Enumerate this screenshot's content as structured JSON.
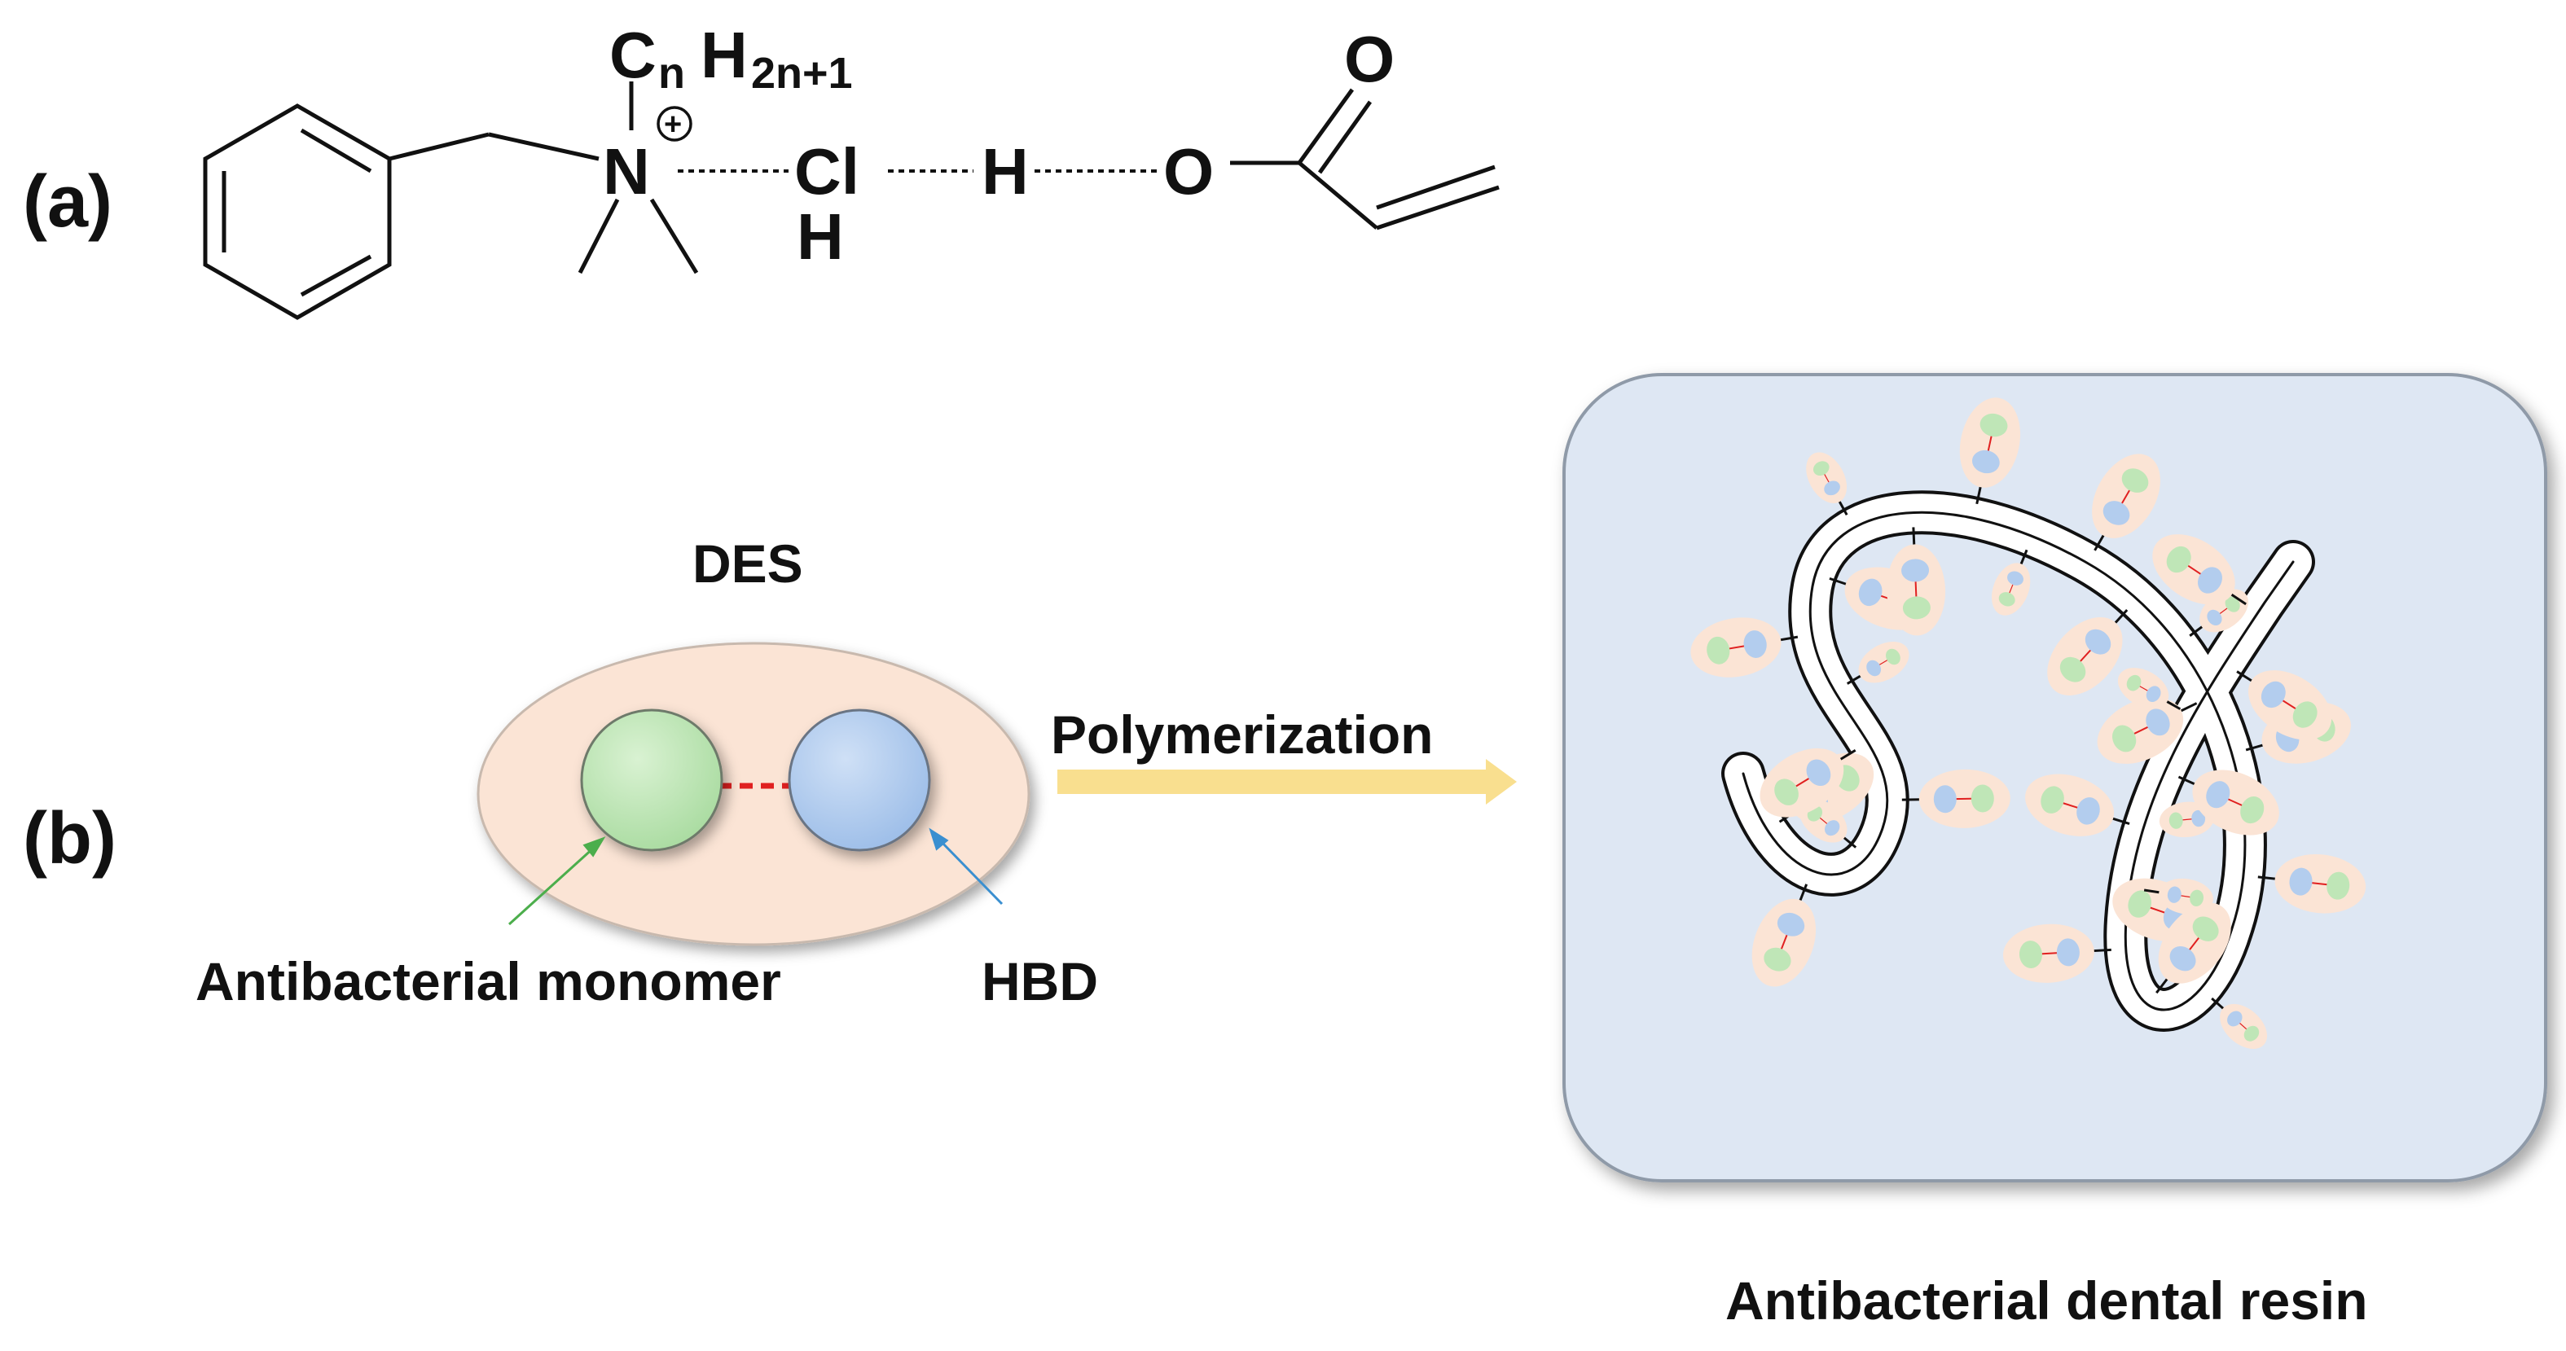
{
  "panel_a": {
    "label": "(a)",
    "atoms": {
      "c": "C",
      "n_sub": "n",
      "h": "H",
      "h_sub": "2n+1",
      "n": "N",
      "plus": "+",
      "cl": "Cl",
      "h_under_cl": "H",
      "h_bridge": "H",
      "o_ester": "O",
      "o_carbonyl": "O"
    }
  },
  "panel_b": {
    "label": "(b)",
    "des_title": "DES",
    "arrow_label": "Polymerization",
    "monomer_label": "Antibacterial monomer",
    "hbd_label": "HBD",
    "resin_caption": "Antibacterial dental resin"
  },
  "colors": {
    "monomer_green": "#bfe6b7",
    "hbd_blue": "#b3cdee",
    "des_ellipse": "#fbe4d5",
    "resin_box": "#dee7f3",
    "arrow": "#f9df8f",
    "h_bond_dash": "#e02020"
  }
}
